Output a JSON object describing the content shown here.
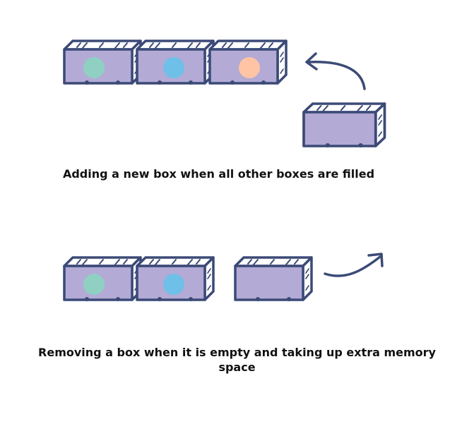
{
  "captions": {
    "top": "Adding a new box when all other boxes are filled",
    "bottom": "Removing a box when it is empty and taking up extra memory space"
  },
  "colors": {
    "box_face": "#b3aad6",
    "outline": "#3b4a77",
    "top_face": "#ffffff",
    "dot_teal": "#8fd0c3",
    "dot_blue": "#6fc0e8",
    "dot_peach": "#ffc4a3"
  },
  "rows": {
    "top": {
      "boxes": [
        "teal",
        "blue",
        "peach"
      ],
      "incoming_box": "empty",
      "arrow": "arrow-into-row"
    },
    "bottom": {
      "boxes": [
        "teal",
        "blue"
      ],
      "outgoing_box": "empty",
      "arrow": "arrow-out-of-row"
    }
  }
}
